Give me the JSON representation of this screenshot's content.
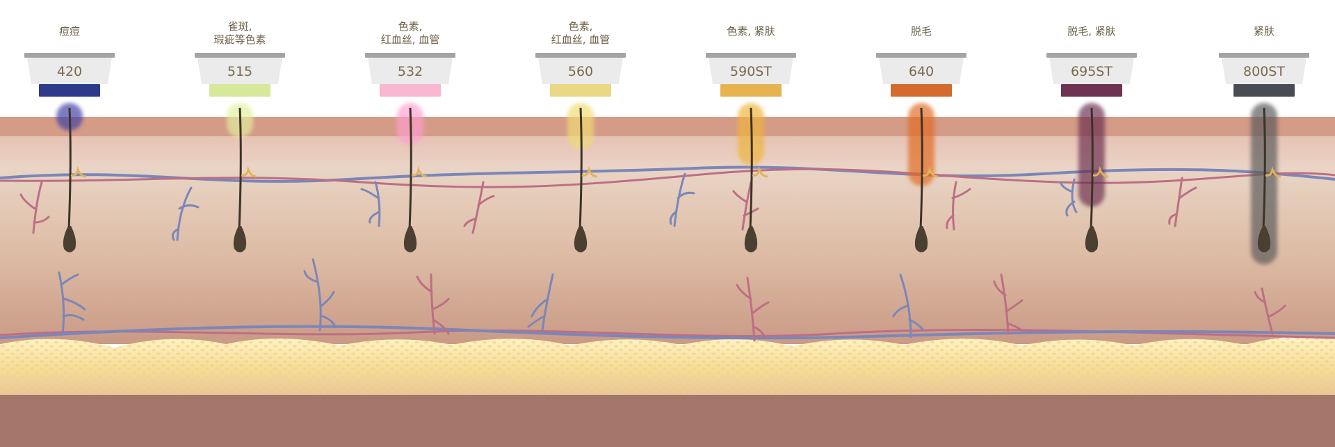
{
  "wavelengths": [
    {
      "label": "痘痘",
      "value": "420",
      "filter_color": "#2e3a8b",
      "beam_color": "#3d3fa6",
      "beam_depth": 0.12
    },
    {
      "label": "雀斑,\n瑕疵等色素",
      "value": "515",
      "filter_color": "#d6e89a",
      "beam_color": "#e2ef9e",
      "beam_depth": 0.15
    },
    {
      "label": "色素,\n红血丝, 血管",
      "value": "532",
      "filter_color": "#f9b7d1",
      "beam_color": "#ff9fd0",
      "beam_depth": 0.18
    },
    {
      "label": "色素,\n红血丝, 血管",
      "value": "560",
      "filter_color": "#e9d985",
      "beam_color": "#f0dc72",
      "beam_depth": 0.2
    },
    {
      "label": "色素, 紧肤",
      "value": "590ST",
      "filter_color": "#e6b34f",
      "beam_color": "#efb43a",
      "beam_depth": 0.27
    },
    {
      "label": "脱毛",
      "value": "640",
      "filter_color": "#d36a2e",
      "beam_color": "#e26a22",
      "beam_depth": 0.36
    },
    {
      "label": "脱毛, 紧肤",
      "value": "695ST",
      "filter_color": "#6e3350",
      "beam_color": "#6a2e4f",
      "beam_depth": 0.45
    },
    {
      "label": "紧肤",
      "value": "800ST",
      "filter_color": "#484c53",
      "beam_color": "#5a5a5a",
      "beam_depth": 0.7
    }
  ]
}
